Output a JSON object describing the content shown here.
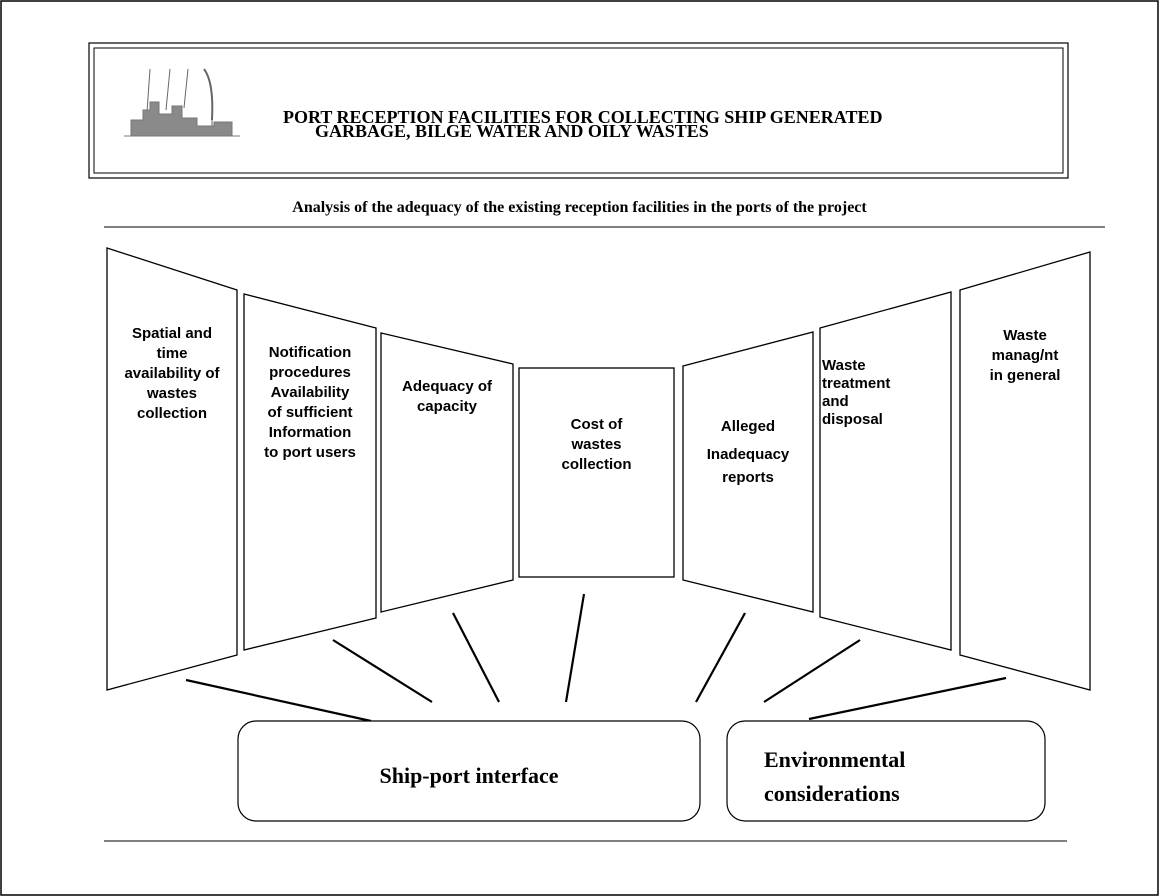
{
  "header": {
    "title_line1": "PORT RECEPTION FACILITIES FOR COLLECTING SHIP GENERATED",
    "title_line2": "GARBAGE, BILGE WATER AND OILY WASTES",
    "logo_icon": "ship-crane-icon"
  },
  "subtitle": "Analysis of the adequacy of the existing reception facilities in the ports of the project",
  "panels": [
    {
      "lines": [
        "Spatial and",
        "time",
        "availability of",
        "wastes",
        "collection"
      ]
    },
    {
      "lines": [
        "Notification",
        "procedures",
        "Availability",
        "of sufficient",
        "Information",
        "to port users"
      ]
    },
    {
      "lines": [
        "Adequacy of",
        "capacity"
      ]
    },
    {
      "lines": [
        "Cost of",
        "wastes",
        "collection"
      ]
    },
    {
      "lines": [
        "Alleged",
        "Inadequacy",
        "reports"
      ]
    },
    {
      "lines": [
        "Waste",
        "treatment",
        "and",
        "disposal"
      ]
    },
    {
      "lines": [
        "Waste",
        "manag/nt",
        "in general"
      ]
    }
  ],
  "boxes": {
    "ship_port": "Ship-port interface",
    "environmental_line1": "Environmental",
    "environmental_line2": "considerations"
  },
  "colors": {
    "line": "#000000",
    "logo": "#8a8a8a",
    "background": "#ffffff"
  }
}
